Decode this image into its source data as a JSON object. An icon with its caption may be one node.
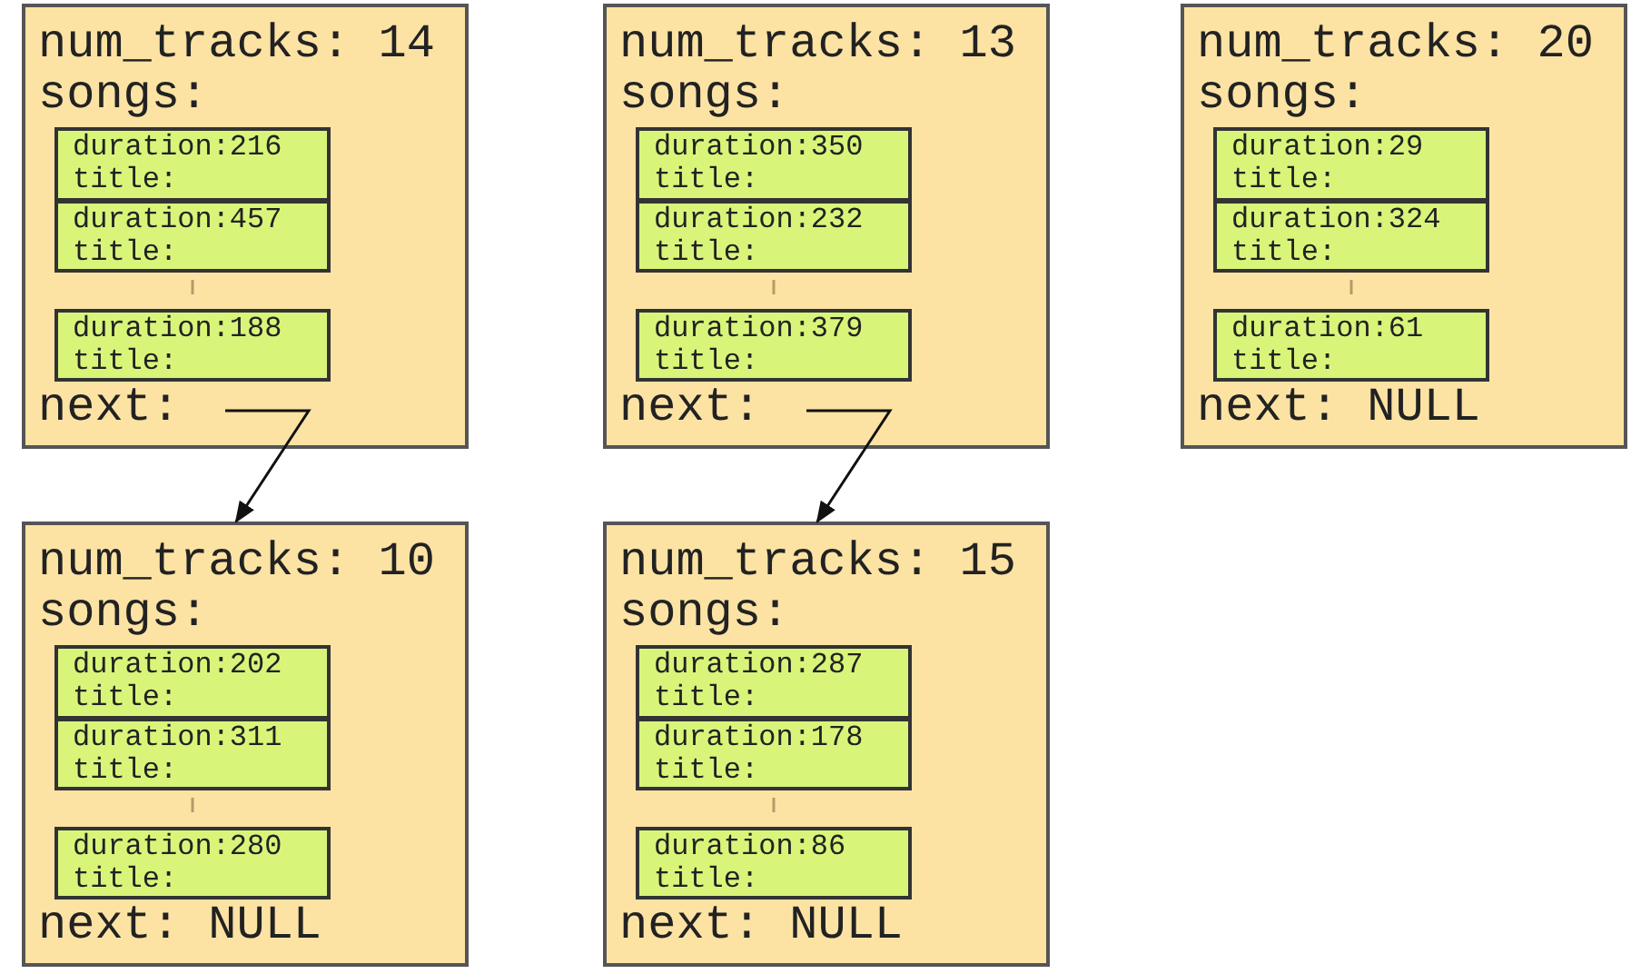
{
  "diagram": {
    "nodes": [
      {
        "text": [
          "num_tracks: 14",
          "songs:",
          "next:"
        ]
      },
      {
        "text": [
          "duration:216",
          "title:"
        ],
        "in": 0
      },
      {
        "text": [
          "duration:457",
          "title:"
        ],
        "in": 0
      },
      {
        "text": [
          "duration:188",
          "title:"
        ],
        "in": 0
      },
      {
        "text": [
          "num_tracks: 13",
          "songs:",
          "next:"
        ]
      },
      {
        "text": [
          "duration:350",
          "title:"
        ],
        "in": 4
      },
      {
        "text": [
          "duration:232",
          "title:"
        ],
        "in": 4
      },
      {
        "text": [
          "duration:379",
          "title:"
        ],
        "in": 4
      },
      {
        "text": [
          "num_tracks: 20",
          "songs:",
          "next: NULL"
        ]
      },
      {
        "text": [
          "duration:29",
          "title:"
        ],
        "in": 8
      },
      {
        "text": [
          "duration:324",
          "title:"
        ],
        "in": 8
      },
      {
        "text": [
          "duration:61",
          "title:"
        ],
        "in": 8
      },
      {
        "text": [
          "num_tracks: 10",
          "songs:",
          "next: NULL"
        ]
      },
      {
        "text": [
          "duration:202",
          "title:"
        ],
        "in": 12
      },
      {
        "text": [
          "duration:311",
          "title:"
        ],
        "in": 12
      },
      {
        "text": [
          "duration:280",
          "title:"
        ],
        "in": 12
      },
      {
        "text": [
          "num_tracks: 15",
          "songs:",
          "next: NULL"
        ]
      },
      {
        "text": [
          "duration:287",
          "title:"
        ],
        "in": 16
      },
      {
        "text": [
          "duration:178",
          "title:"
        ],
        "in": 16
      },
      {
        "text": [
          "duration:86",
          "title:"
        ],
        "in": 16
      }
    ],
    "edges": [
      {
        "from": 0,
        "to": 12,
        "arrow": "to"
      },
      {
        "from": 4,
        "to": 16,
        "arrow": "to"
      }
    ]
  }
}
